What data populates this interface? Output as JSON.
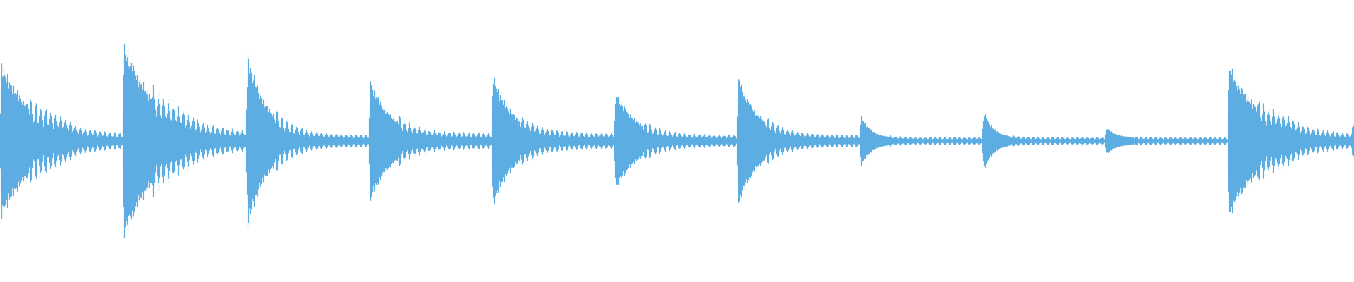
{
  "waveform": {
    "color": "#5dade2",
    "background": "#ffffff",
    "events": [
      {
        "peak": 0.53,
        "decay": "long",
        "sustain": 0.03
      },
      {
        "peak": 0.67,
        "decay": "long",
        "sustain": 0.04
      },
      {
        "peak": 0.61,
        "decay": "medium",
        "sustain": 0.03
      },
      {
        "peak": 0.43,
        "decay": "medium",
        "sustain": 0.04
      },
      {
        "peak": 0.46,
        "decay": "medium",
        "sustain": 0.04
      },
      {
        "peak": 0.35,
        "decay": "medium",
        "sustain": 0.03
      },
      {
        "peak": 0.45,
        "decay": "medium",
        "sustain": 0.03
      },
      {
        "peak": 0.19,
        "decay": "short",
        "sustain": 0.02
      },
      {
        "peak": 0.22,
        "decay": "short",
        "sustain": 0.02
      },
      {
        "peak": 0.1,
        "decay": "short",
        "sustain": 0.02
      },
      {
        "peak": 0.52,
        "decay": "long",
        "sustain": 0.03
      },
      {
        "peak": 0.14,
        "decay": "short",
        "sustain": 0.01
      }
    ]
  }
}
